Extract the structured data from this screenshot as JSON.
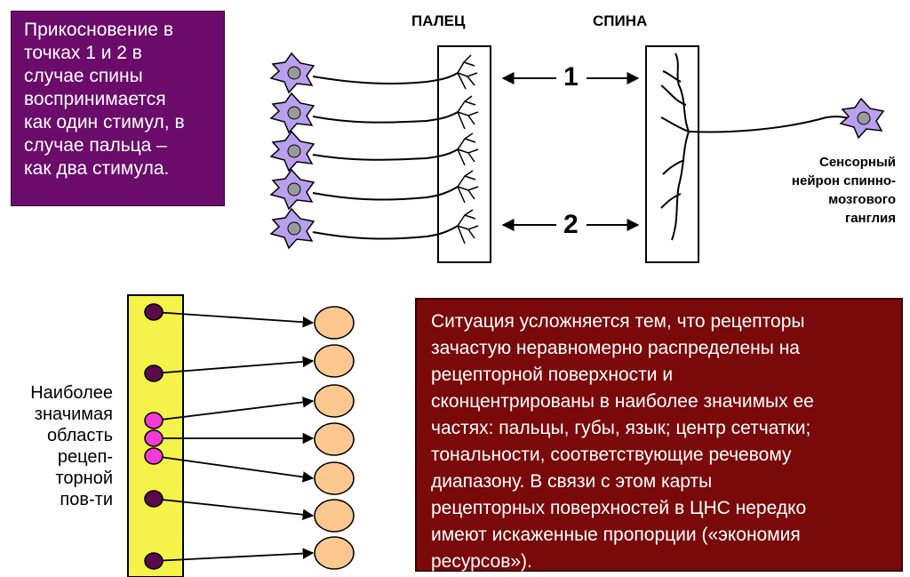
{
  "top_box": {
    "lines": [
      "Прикосновение в",
      "точках 1 и 2 в",
      "случае спины",
      "воспринимается",
      "как один стимул, в",
      "случае пальца –",
      "как два стимула."
    ]
  },
  "labels": {
    "finger": "ПАЛЕЦ",
    "back": "СПИНА",
    "point1": "1",
    "point2": "2"
  },
  "sensory_neuron": {
    "lines": [
      "Сенсорный",
      "нейрон спинно-",
      "мозгового",
      "ганглия"
    ]
  },
  "receptor_area": {
    "lines": [
      "Наиболее",
      "значимая",
      "область",
      "рецеп-",
      "торной",
      "пов-ти"
    ]
  },
  "bottom_box": {
    "lines": [
      "Ситуация усложняется тем, что рецепторы",
      "зачастую неравномерно распределены на",
      "рецепторной поверхности и",
      "сконцентрированы в наиболее значимых ее",
      "частях: пальцы, губы, язык; центр сетчатки;",
      "тональности, соответствующие речевому",
      "диапазону. В связи с этом карты",
      "рецепторных  поверхностей в ЦНС нередко",
      "имеют искаженные пропорции («экономия",
      "ресурсов»)."
    ]
  },
  "colors": {
    "top_box_bg": "#6b0c6b",
    "bottom_box_bg": "#7a0a0a",
    "neuron_fill": "#b9a0ee",
    "nucleus_fill": "#9a9a9a",
    "yellow_strip": "#f5f24a",
    "receptor_dark": "#5a0a4a",
    "receptor_pink": "#f23bd4",
    "target_fill": "#fcc890"
  },
  "icons": {
    "neuron": "neuron-cell-icon",
    "receptor": "receptor-dot-icon",
    "target": "cortical-cell-icon"
  }
}
